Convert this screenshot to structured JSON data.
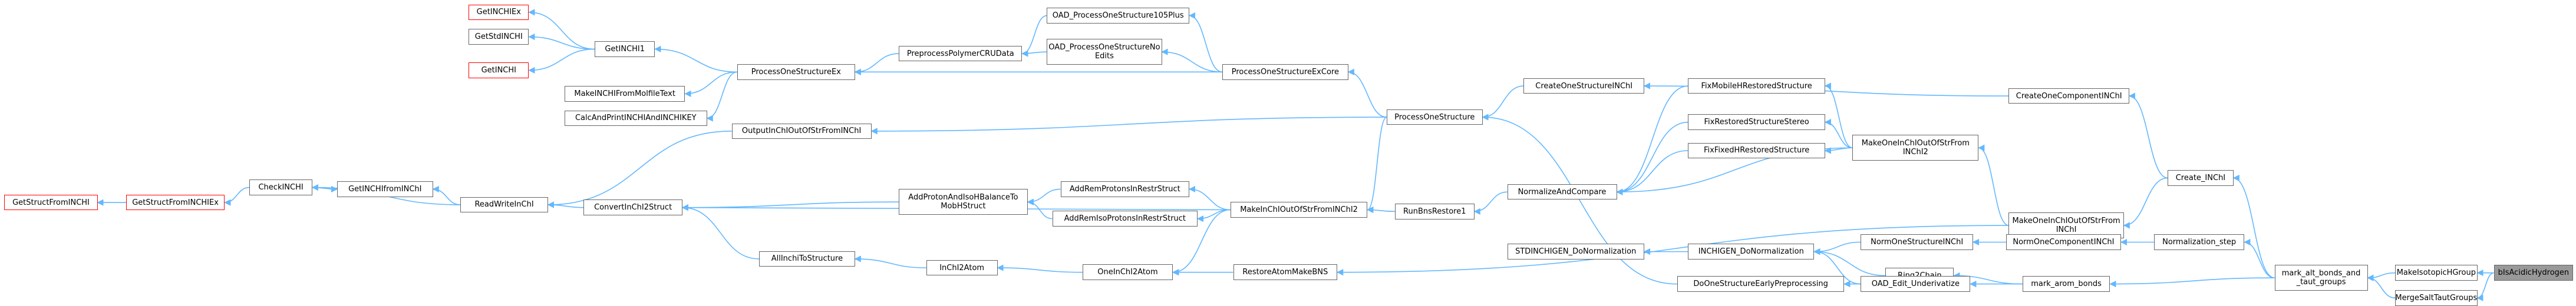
{
  "graph": {
    "edge_color": "#63b8ff",
    "node_border_color": "#666666",
    "external_border_color": "#ff0000",
    "root_fill_color": "#999999",
    "nodes": {
      "getinchiex": "GetINCHIEx",
      "getstdinchi": "GetStdINCHI",
      "getinchi": "GetINCHI",
      "getinchi1": "GetINCHI1",
      "makeinchifrommolfiletext": "MakeINCHIFromMolfileText",
      "calcandprintinchiandinchikey": "CalcAndPrintINCHIAndINCHIKEY",
      "oad_processonestructure105plus": "OAD_ProcessOneStructure105Plus",
      "preprocesspolymercrudata": "PreprocessPolymerCRUData",
      "oad_processonestructurenoedits": "OAD_ProcessOneStructureNo\nEdits",
      "processonestructureex": "ProcessOneStructureEx",
      "processonestructureexcore": "ProcessOneStructureExCore",
      "getstructfrominchi": "GetStructFromINCHI",
      "getstructfrominchiex": "GetStructFromINCHIEx",
      "checkinchi": "CheckINCHI",
      "getinchifrominchi": "GetINCHIfromINChI",
      "readwriteinchi": "ReadWriteInChI",
      "outputinchioutofstrfrominchi": "OutputInChIOutOfStrFromINChI",
      "convertinchi2struct": "ConvertInChI2Struct",
      "addprotonandisobalancetomobilestruct": "AddProtonAndIsoHBalanceTo\nMobHStruct",
      "addremprotonsinrestrstruct": "AddRemProtonsInRestrStruct",
      "addremisoprotonsinrestrstruct": "AddRemIsoProtonsInRestrStruct",
      "allinchitostructure": "AllInchiToStructure",
      "inchi2atom": "InChI2Atom",
      "oneinchi2atom": "OneInChI2Atom",
      "processonestructure": "ProcessOneStructure",
      "createonestructureinchi": "CreateOneStructureINChI",
      "makeinchioutofstrfrominchi2": "MakeInChIOutOfStrFromINChI2",
      "runbnsrestore1": "RunBnsRestore1",
      "restoreatommakebns": "RestoreAtomMakeBNS",
      "fixmobilehrestoredstructure": "FixMobileHRestoredStructure",
      "fixrestoredstructurestereo": "FixRestoredStructureStereo",
      "fixfixedhrestoredstructure": "FixFixedHRestoredStructure",
      "normalizeandcompare": "NormalizeAndCompare",
      "makeoneinchioutofstrfrominchi2": "MakeOneInChIOutOfStrFrom\nINChI2",
      "createonecomponentinchi": "CreateOneComponentINChI",
      "makeoneinchioutofstrfrominchi": "MakeOneInChIOutOfStrFrom\nINChI",
      "create_inchi": "Create_INChI",
      "stdinchigen_donormalization": "STDINCHIGEN_DoNormalization",
      "inchigen_donormalization": "INCHIGEN_DoNormalization",
      "normonestructureinchi": "NormOneStructureINChI",
      "normonecomponentinchi": "NormOneComponentINChI",
      "normalization_step": "Normalization_step",
      "ring2chain": "Ring2Chain",
      "doonestructureearlypreprocessing": "DoOneStructureEarlyPreprocessing",
      "oad_edit_underivatize": "OAD_Edit_Underivatize",
      "mark_arom_bonds": "mark_arom_bonds",
      "mark_alt_bonds_and_taut_groups": "mark_alt_bonds_and\n_taut_groups",
      "makeisotopichgroup": "MakeIsotopicHGroup",
      "mergesalttautgroups": "MergeSaltTautGroups",
      "bisacidichydrogen": "bIsAcidicHydrogen"
    }
  }
}
